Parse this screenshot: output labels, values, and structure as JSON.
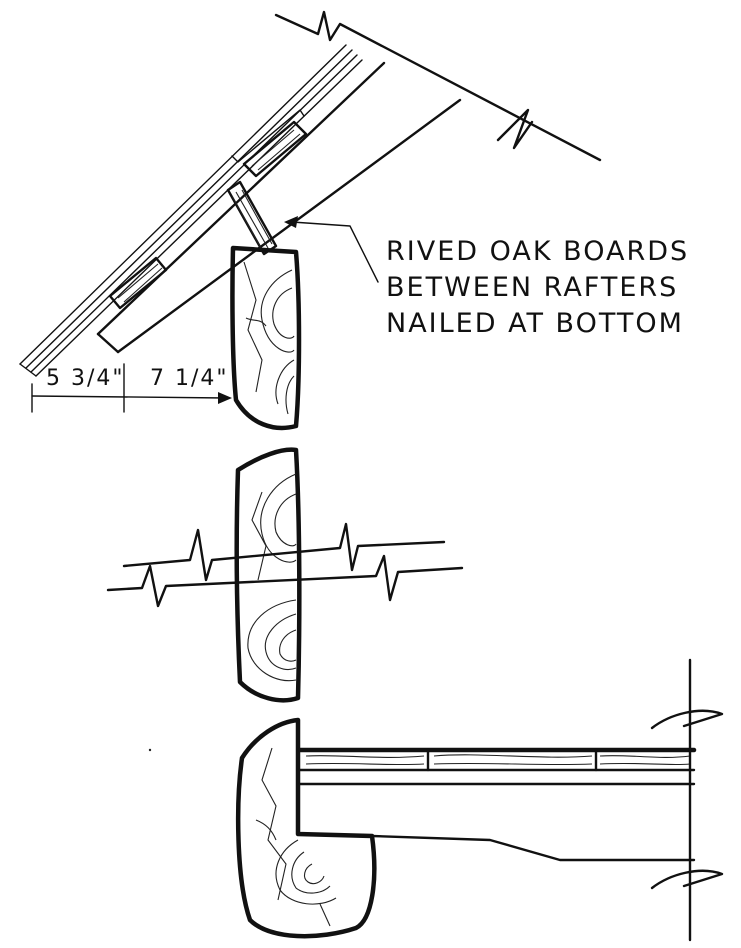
{
  "callout": {
    "lines": [
      "RIVED OAK BOARDS",
      "BETWEEN RAFTERS",
      "NAILED AT BOTTOM"
    ]
  },
  "dimensions": {
    "overhang": "5 3/4\"",
    "rafter_depth": "7 1/4\""
  },
  "colors": {
    "ink": "#111111",
    "paper": "#ffffff"
  }
}
